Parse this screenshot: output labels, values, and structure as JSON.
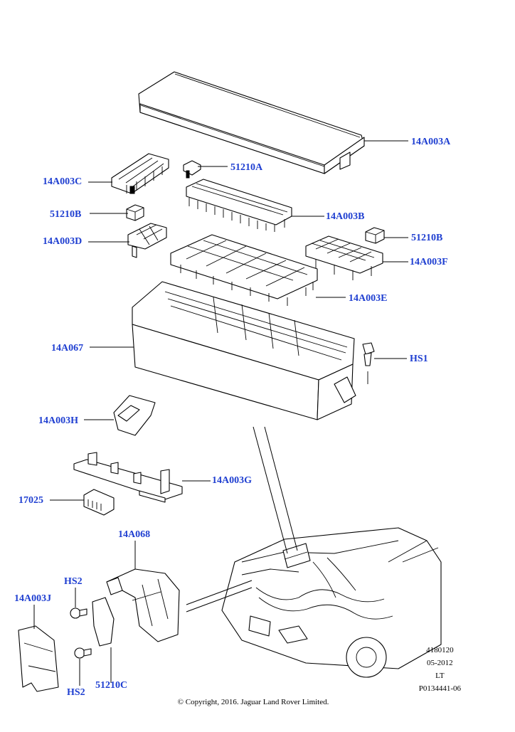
{
  "diagram": {
    "callouts": {
      "c14A003A": "14A003A",
      "c51210A": "51210A",
      "c14A003C": "14A003C",
      "c14A003B": "14A003B",
      "c51210B_left": "51210B",
      "c51210B_right": "51210B",
      "c14A003D": "14A003D",
      "c14A003F": "14A003F",
      "c14A003E": "14A003E",
      "c14A067": "14A067",
      "cHS1": "HS1",
      "c14A003H": "14A003H",
      "c14A003G": "14A003G",
      "c17025": "17025",
      "c14A068": "14A068",
      "cHS2_top": "HS2",
      "c14A003J": "14A003J",
      "cHS2_bottom": "HS2",
      "c51210C": "51210C"
    },
    "meta": {
      "code": "4180120",
      "date": "05-2012",
      "side": "LT",
      "ref": "P0134441-06"
    },
    "copyright": "© Copyright, 2016. Jaguar Land Rover Limited.",
    "colors": {
      "callout": "#1f3fd1",
      "line": "#000000",
      "background": "#ffffff"
    }
  }
}
